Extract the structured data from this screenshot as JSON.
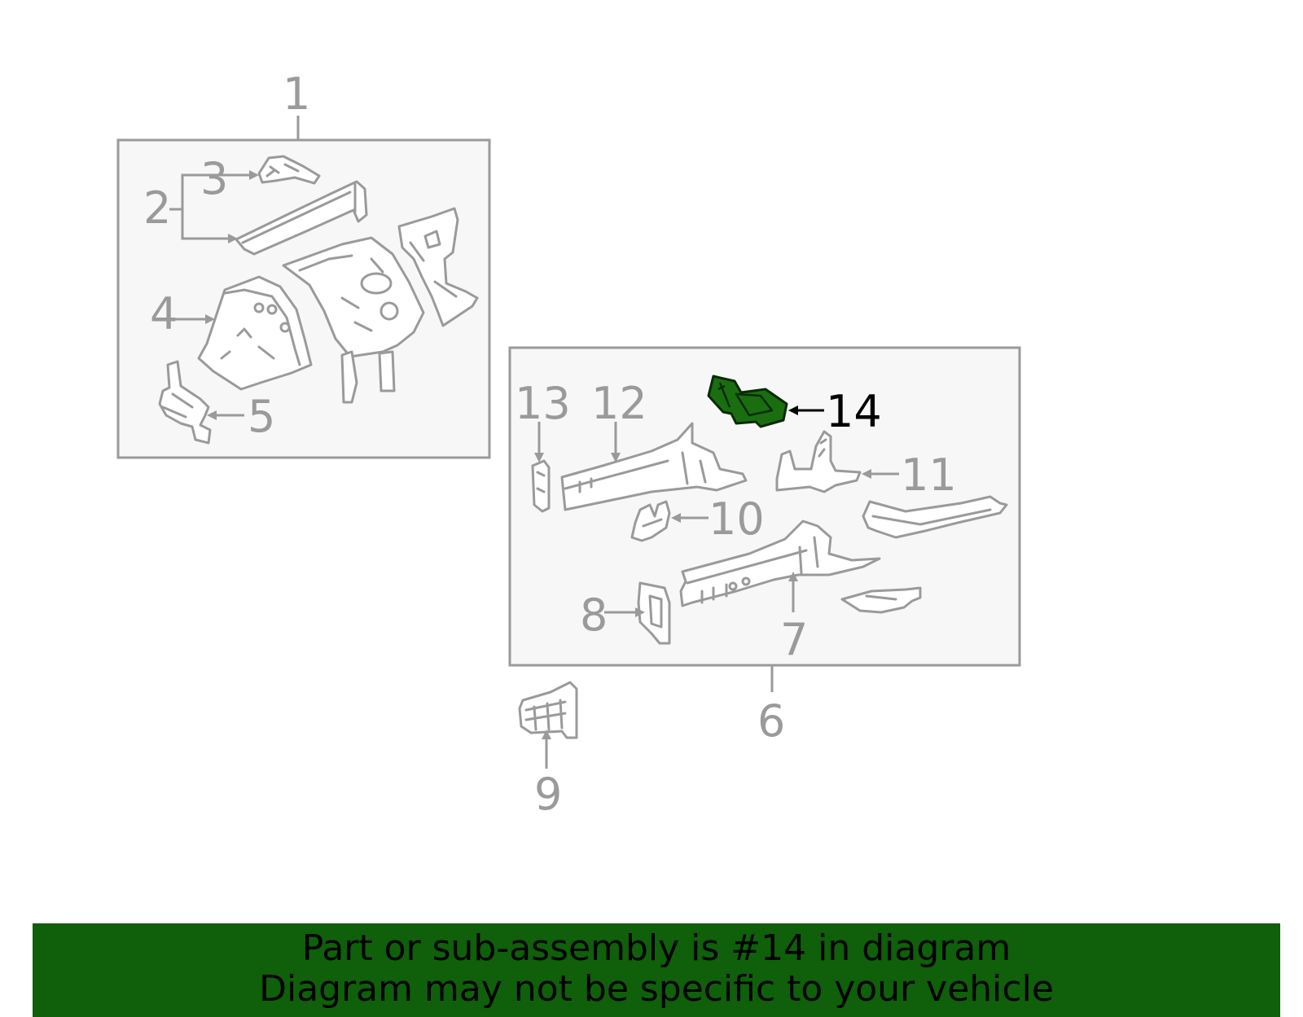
{
  "callouts": {
    "c1": "1",
    "c2": "2",
    "c3": "3",
    "c4": "4",
    "c5": "5",
    "c6": "6",
    "c7": "7",
    "c8": "8",
    "c9": "9",
    "c10": "10",
    "c11": "11",
    "c12": "12",
    "c13": "13",
    "c14": "14"
  },
  "highlight": {
    "part_number": "14",
    "color": "#1a6e10",
    "dark_outline": "#0a2a06"
  },
  "banner": {
    "line1": "Part or sub-assembly is #14 in diagram",
    "line2": "Diagram may not be specific to your vehicle",
    "background": "#0f5f0b"
  },
  "colors": {
    "outline": "#9a9a9a",
    "box_fill": "#f7f7f7"
  }
}
